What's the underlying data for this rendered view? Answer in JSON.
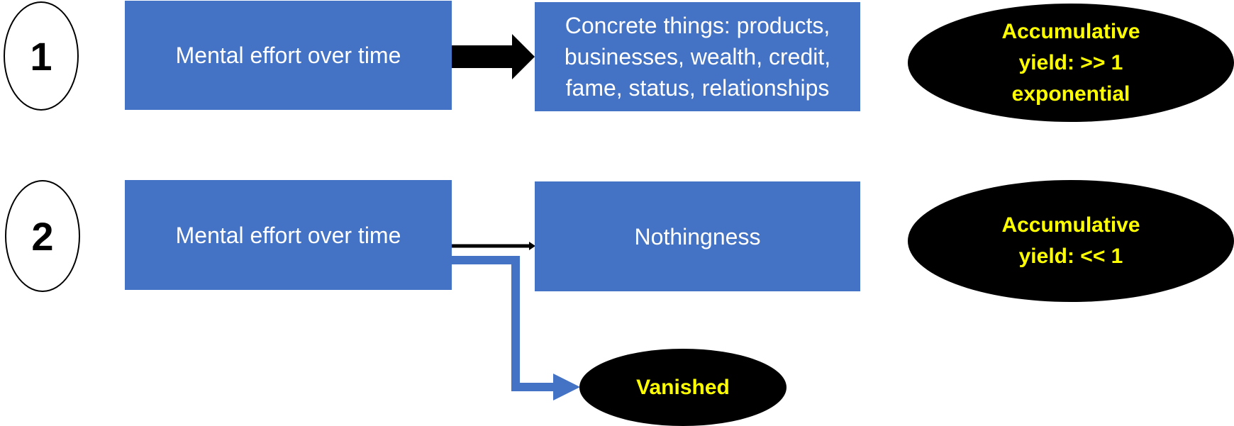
{
  "rows": [
    {
      "step": "1",
      "source": "Mental effort over time",
      "target": "Concrete things: products, businesses, wealth, credit, fame, status, relationships",
      "result": "Accumulative\nyield: >> 1\nexponential"
    },
    {
      "step": "2",
      "source": "Mental effort over time",
      "target": "Nothingness",
      "result": "Accumulative\nyield: << 1",
      "leak": "Vanished"
    }
  ],
  "colors": {
    "box_fill": "#4472C4",
    "result_fill": "#000000",
    "result_text": "#FFFF00",
    "box_text": "#FFFFFF"
  }
}
